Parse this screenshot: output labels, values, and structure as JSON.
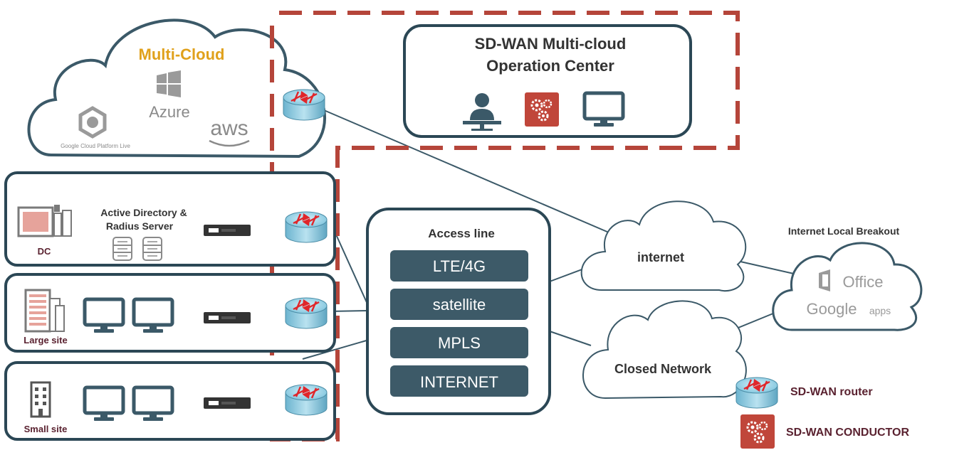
{
  "multicloud": {
    "title": "Multi-Cloud",
    "providers": [
      "Azure",
      "aws",
      "Google Cloud Platform Live"
    ]
  },
  "operation_center": {
    "title_line1": "SD-WAN Multi-cloud",
    "title_line2": "Operation Center"
  },
  "sites": {
    "dc": {
      "label": "DC",
      "server_line1": "Active Directory &",
      "server_line2": "Radius Server"
    },
    "large": {
      "label": "Large site"
    },
    "small": {
      "label": "Small site"
    }
  },
  "access": {
    "title": "Access line",
    "lines": [
      "LTE/4G",
      "satellite",
      "MPLS",
      "INTERNET"
    ]
  },
  "networks": {
    "internet": "internet",
    "closed": "Closed Network"
  },
  "breakout": {
    "title": "Internet Local Breakout",
    "apps": [
      "Office",
      "Google",
      "apps"
    ]
  },
  "legend": {
    "router": "SD-WAN router",
    "conductor": "SD-WAN CONDUCTOR"
  },
  "colors": {
    "dark_slate": "#2b4755",
    "box_fill": "#3d5a68",
    "red_dash": "#b5453a",
    "conductor_red": "#c0463a",
    "multicloud_gold": "#e0a11c",
    "legend_text": "#5a2230"
  }
}
